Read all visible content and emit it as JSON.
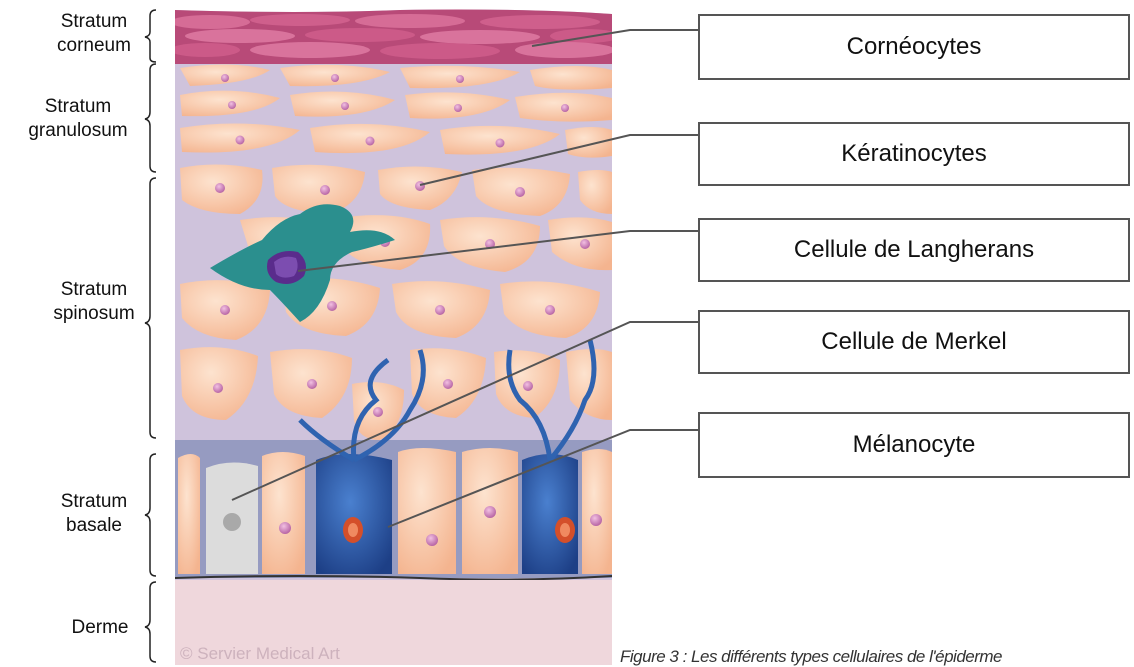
{
  "layers": [
    {
      "id": "stratum-corneum",
      "label": "Stratum\ncorneum"
    },
    {
      "id": "stratum-granulosum",
      "label": "Stratum\ngranulosum"
    },
    {
      "id": "stratum-spinosum",
      "label": "Stratum\nspinosum"
    },
    {
      "id": "stratum-basale",
      "label": "Stratum\nbasale"
    },
    {
      "id": "derme",
      "label": "Derme"
    }
  ],
  "cell_types": [
    {
      "id": "corneocytes",
      "label": "Cornéocytes"
    },
    {
      "id": "keratinocytes",
      "label": "Kératinocytes"
    },
    {
      "id": "langherans",
      "label": "Cellule de Langherans"
    },
    {
      "id": "merkel",
      "label": "Cellule de Merkel"
    },
    {
      "id": "melanocyte",
      "label": "Mélanocyte"
    }
  ],
  "copyright": "© Servier Medical Art",
  "caption": "Figure 3 : Les différents types cellulaires de l'épiderme",
  "colors": {
    "corneum": "#c2527e",
    "keratinocyte": "#f7c2a1",
    "intercellular": "#cfc3dc",
    "langerhans": "#2b8f8e",
    "langerhans_nucleus": "#5a2c8c",
    "melanocyte": "#2f63b0",
    "merkel": "#d9d9d9",
    "derme": "#efd7dc"
  }
}
